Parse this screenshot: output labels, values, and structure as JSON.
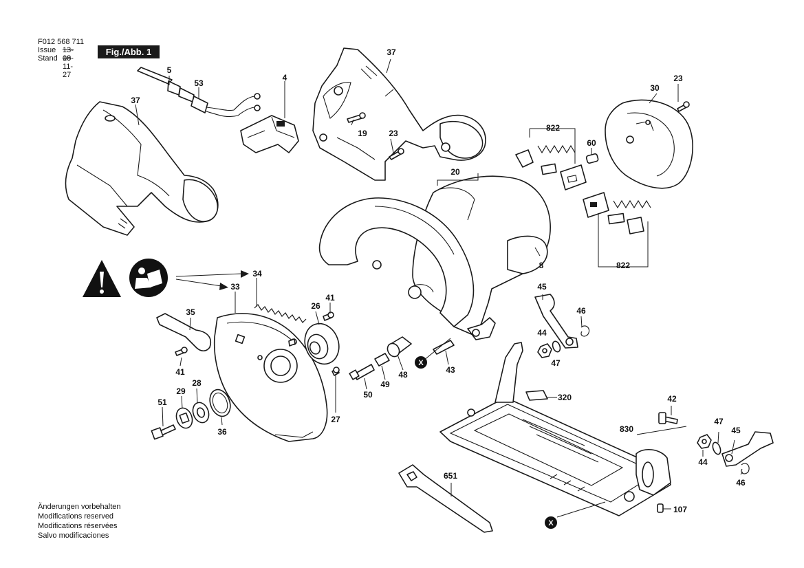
{
  "header": {
    "part_number": "F012 568 711",
    "issue_label": "Issue",
    "stand_label": "Stand",
    "issue_old": "13-08",
    "issue_new": "19-11-27",
    "figure_label": "Fig./Abb. 1"
  },
  "notes": [
    "Änderungen vorbehalten",
    "Modifications reserved",
    "Modifications réservées",
    "Salvo modificaciones"
  ],
  "callouts": [
    "5",
    "53",
    "4",
    "37",
    "37",
    "19",
    "23",
    "23",
    "30",
    "60",
    "822",
    "822",
    "20",
    "8",
    "34",
    "33",
    "26",
    "41",
    "45",
    "46",
    "44",
    "47",
    "35",
    "41",
    "28",
    "29",
    "51",
    "36",
    "27",
    "50",
    "49",
    "48",
    "43",
    "320",
    "42",
    "830",
    "47",
    "45",
    "44",
    "46",
    "651",
    "107"
  ],
  "marker_symbol": "X",
  "icons": [
    "warning-triangle-icon",
    "read-manual-icon"
  ],
  "colors": {
    "line": "#1a1a1a",
    "background": "#ffffff"
  }
}
